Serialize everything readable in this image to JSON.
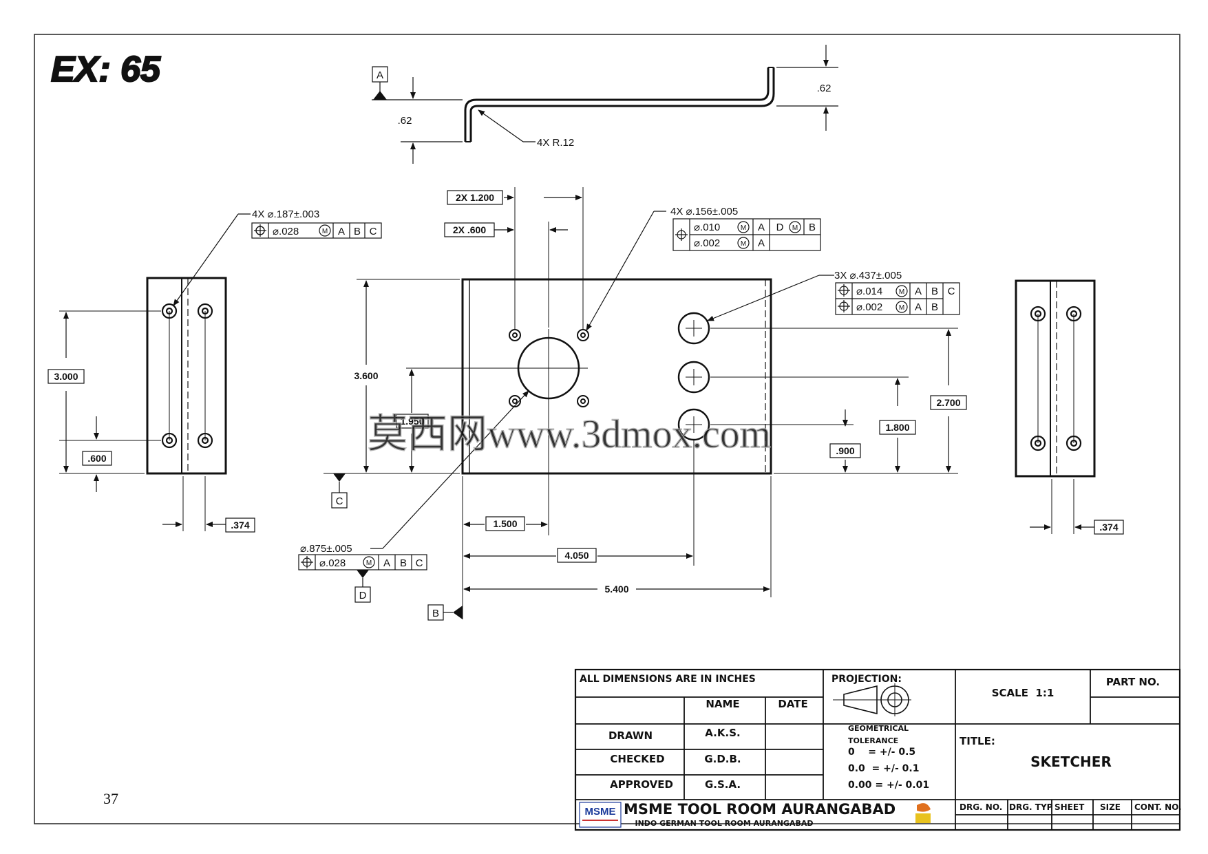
{
  "exercise_title": "EX: 65",
  "page_number": "37",
  "watermark": "莫西网www.3dmox.com",
  "top_view": {
    "datum": "A",
    "left_height": ".62",
    "right_height": ".62",
    "bend_note": "4X R.12"
  },
  "left_side_view": {
    "hole_note": "4X ⌀.187±.003",
    "fcf": [
      "⌀.028",
      "A",
      "B",
      "C"
    ],
    "dim_height": "3.000",
    "dim_offset": ".600",
    "dim_thickness": ".374"
  },
  "front_view": {
    "dim_2x_1200": "2X 1.200",
    "dim_2x_600": "2X .600",
    "small_holes_note": "4X ⌀.156±.005",
    "small_holes_fcf_row1": [
      "⌀.010",
      "A",
      "D",
      "B"
    ],
    "small_holes_fcf_row2": [
      "⌀.002",
      "A"
    ],
    "large_holes_note": "3X ⌀.437±.005",
    "large_holes_fcf_row1": [
      "⌀.014",
      "A",
      "B",
      "C"
    ],
    "large_holes_fcf_row2": [
      "⌀.002",
      "A",
      "B"
    ],
    "dim_height": "3.600",
    "dim_center_y": "1.950",
    "dim_2700": "2.700",
    "dim_1800": "1.800",
    "dim_900": ".900",
    "dim_1500": "1.500",
    "dim_4050": "4.050",
    "dim_5400": "5.400",
    "bore_note": "⌀.875±.005",
    "bore_fcf": [
      "⌀.028",
      "A",
      "B",
      "C"
    ],
    "datum_c": "C",
    "datum_d": "D",
    "datum_b": "B"
  },
  "right_side_view": {
    "dim_thickness": ".374"
  },
  "title_block": {
    "dims_note": "ALL DIMENSIONS ARE IN INCHES",
    "projection_label": "PROJECTION:",
    "name_header": "NAME",
    "date_header": "DATE",
    "drawn_label": "DRAWN",
    "drawn_name": "A.K.S.",
    "checked_label": "CHECKED",
    "checked_name": "G.D.B.",
    "approved_label": "APPROVED",
    "approved_name": "G.S.A.",
    "geo_tol_1": "GEOMETRICAL",
    "geo_tol_2": "TOLERANCE",
    "tol_0": "0    = +/- 0.5",
    "tol_1": "0.0  = +/- 0.1",
    "tol_2": "0.00 = +/- 0.01",
    "scale": "SCALE  1:1",
    "part_no_label": "PART NO.",
    "title_label": "TITLE:",
    "title_value": "SKETCHER",
    "logo_text": "MSME",
    "org_name": "MSME TOOL ROOM AURANGABAD",
    "org_sub": "INDO GERMAN TOOL ROOM AURANGABAD",
    "drg_no": "DRG. NO.",
    "drg_typ": "DRG. TYP",
    "sheet": "SHEET",
    "size": "SIZE",
    "cont_no": "CONT. NO."
  },
  "colors": {
    "line": "#111111",
    "watermark": "#b8b8b8"
  }
}
